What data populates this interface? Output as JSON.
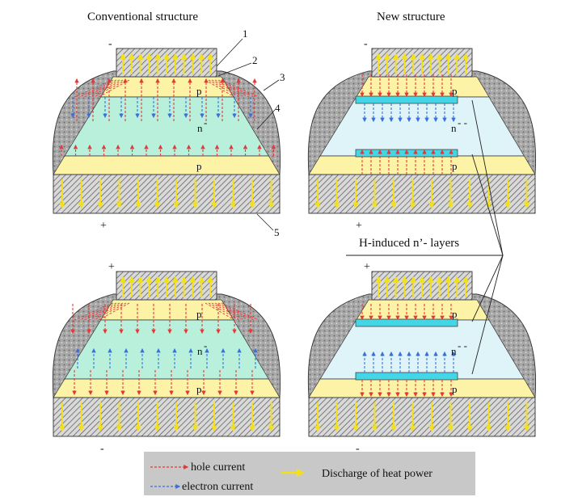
{
  "titles": {
    "conventional": "Conventional structure",
    "new": "New structure"
  },
  "callouts": [
    "1",
    "2",
    "3",
    "4",
    "5"
  ],
  "h_layers_label": "H-induced n’- layers",
  "panels": {
    "conv_top": {
      "top_sign": "-",
      "bottom_sign": "+",
      "p_top": "p",
      "n_label": "n",
      "n_sup": "-",
      "p_bottom": "p"
    },
    "new_top": {
      "top_sign": "-",
      "bottom_sign": "+",
      "p_top": "p",
      "n_label": "n",
      "n_sup": "- -",
      "p_bottom": "p"
    },
    "conv_bot": {
      "top_sign": "+",
      "bottom_sign": "-",
      "p_top": "p",
      "n_label": "n",
      "n_sup": "-",
      "p_bottom": "p"
    },
    "new_bot": {
      "top_sign": "+",
      "bottom_sign": "-",
      "p_top": "p",
      "n_label": "n",
      "n_sup": "- -",
      "p_bottom": "p"
    }
  },
  "legend": {
    "hole_current": "hole current",
    "electron_current": "electron current",
    "heat": "Discharge of heat power"
  },
  "colors": {
    "p_layer": "#fdf3a6",
    "n_layer_conventional": "#b9f0dc",
    "n_layer_new": "#dff4f8",
    "h_layer": "#44d6e6",
    "hole_arrow": "#e53838",
    "electron_arrow": "#3a6fe0",
    "heat_arrow": "#f2e01a",
    "legend_bg": "#c8c8c8",
    "passivation": "#9a9a9a"
  },
  "icons": {
    "metal_contact": "hatched-metal-contact",
    "heat_arrow": "yellow-heat-arrow",
    "hole_arrow": "red-dashed-arrow",
    "electron_arrow": "blue-dashed-arrow"
  }
}
